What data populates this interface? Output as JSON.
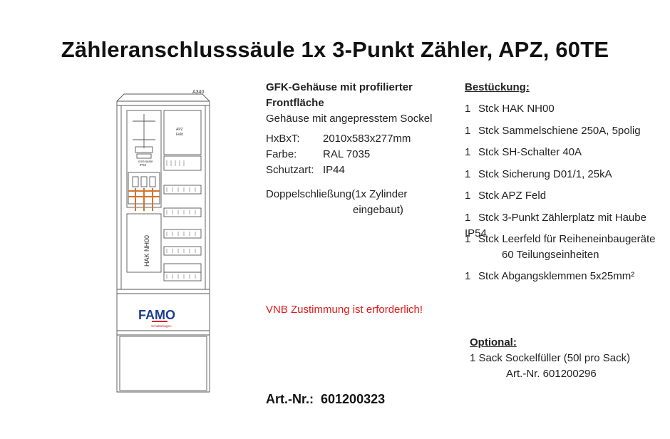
{
  "page": {
    "title": "Zähleranschlusssäule 1x 3-Punkt Zähler, APZ, 60TE"
  },
  "drawing": {
    "label_model": "A340",
    "label_apz_line1": "APZ",
    "label_apz_line2": "Feld",
    "label_meter_line1": "mit Haube",
    "label_meter_line2": "IP54",
    "label_hak": "HAK NH00",
    "logo_text": "FAMO",
    "logo_subtext": "Schaltanlagen",
    "colors": {
      "outline": "#555555",
      "copper": "#d4742a",
      "logo_blue": "#1e3f8f",
      "logo_red": "#d2232a"
    }
  },
  "specs": {
    "heading_line1": "GFK-Gehäuse mit profilierter",
    "heading_line2": "Frontfläche",
    "subtitle": "Gehäuse mit angepresstem Sockel",
    "rows": [
      {
        "key": "HxBxT:",
        "value": "2010x583x277mm"
      },
      {
        "key": "Farbe:",
        "value": "RAL 7035"
      },
      {
        "key": "Schutzart:",
        "value": "IP44"
      }
    ],
    "lock_line1": "Doppelschließung(1x Zylinder",
    "lock_line2": "eingebaut)",
    "notice": "VNB Zustimmung ist erforderlich!"
  },
  "equipment": {
    "heading": "Bestückung:",
    "items": [
      {
        "qty": "1",
        "text": "Stck HAK NH00",
        "text2": ""
      },
      {
        "qty": "1",
        "text": "Stck Sammelschiene 250A, 5polig",
        "text2": ""
      },
      {
        "qty": "1",
        "text": "Stck SH-Schalter 40A",
        "text2": ""
      },
      {
        "qty": "1",
        "text": "Stck Sicherung D01/1, 25kA",
        "text2": ""
      },
      {
        "qty": "1",
        "text": "Stck APZ Feld",
        "text2": ""
      },
      {
        "qty": "1",
        "text": "Stck 3-Punkt Zählerplatz mit Haube IP54",
        "text2": ""
      },
      {
        "qty": "1",
        "text": "Stck Leerfeld für Reiheneinbaugeräte",
        "text2": "60 Teilungseinheiten"
      },
      {
        "qty": "1",
        "text": "Stck Abgangsklemmen 5x25mm²",
        "text2": ""
      }
    ]
  },
  "optional": {
    "heading": "Optional:",
    "line1": "1 Sack Sockelfüller (50l pro Sack)",
    "line2": "Art.-Nr. 601200296"
  },
  "article": {
    "label": "Art.-Nr.:",
    "number": "601200323"
  }
}
